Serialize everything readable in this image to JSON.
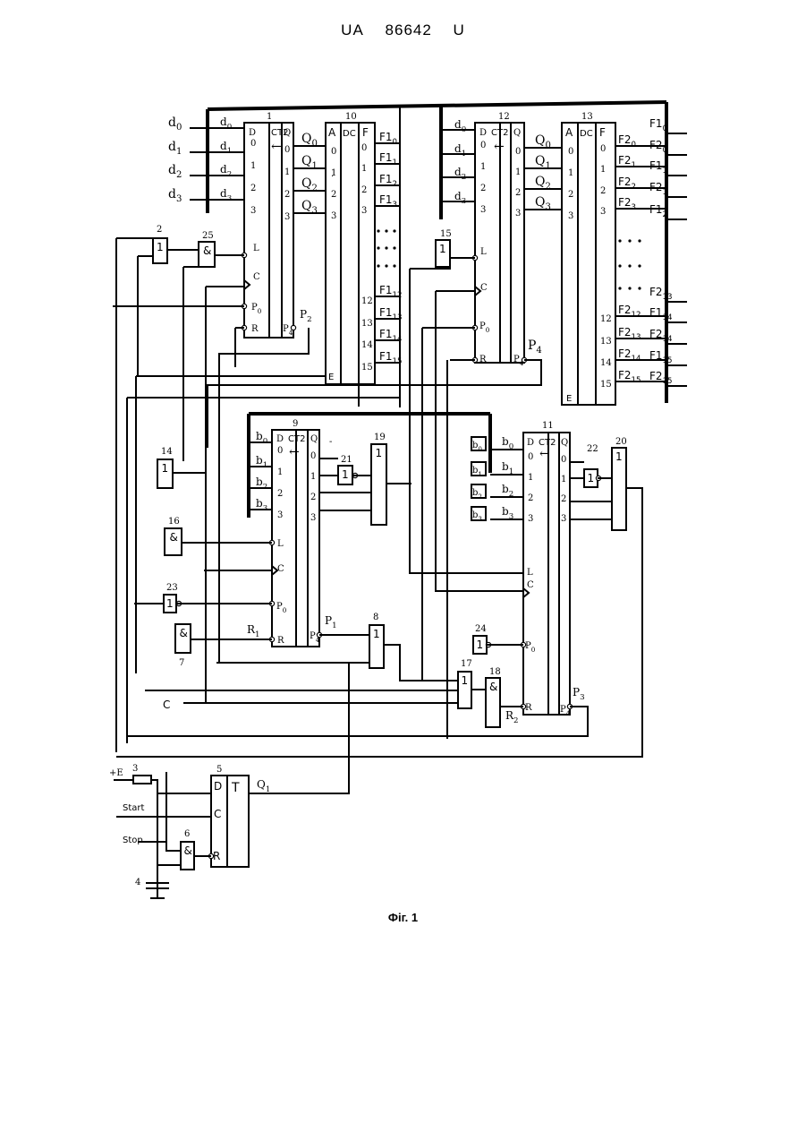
{
  "header": {
    "prefix": "UA",
    "number": "86642",
    "suffix": "U"
  },
  "caption": "Фіг. 1",
  "pin_labels": {
    "ct2": "CT2",
    "dc": "DC",
    "A": "A",
    "F": "F",
    "E": "E",
    "D": "D",
    "Q": "Q",
    "L": "L",
    "C": "C",
    "R": "R",
    "P0": "P0",
    "P4": "P4",
    "T": "T",
    "or": "1",
    "and": "&",
    "arrow": "←"
  },
  "components": {
    "c1": "1",
    "c2": "2",
    "c3": "3",
    "c4": "4",
    "c5": "5",
    "c6": "6",
    "c7": "7",
    "c8": "8",
    "c9": "9",
    "c10": "10",
    "c11": "11",
    "c12": "12",
    "c13": "13",
    "c14": "14",
    "c15": "15",
    "c16": "16",
    "c17": "17",
    "c18": "18",
    "c19": "19",
    "c20": "20",
    "c21": "21",
    "c22": "22",
    "c23": "23",
    "c24": "24",
    "c25": "25"
  },
  "external_signals": {
    "plus_e": "+E",
    "start": "Start",
    "stop": "Stop",
    "c": "C",
    "q1": "Q1"
  },
  "signals": {
    "d": [
      "d0",
      "d1",
      "d2",
      "d3"
    ],
    "b": [
      "b0",
      "b1",
      "b2",
      "b3"
    ],
    "q": [
      "Q0",
      "Q1",
      "Q2",
      "Q3"
    ],
    "p": [
      "P1",
      "P2",
      "P3",
      "P4"
    ],
    "r": [
      "R1",
      "R2"
    ]
  },
  "outputs_f1": [
    "F10",
    "F11",
    "F12",
    "F13",
    "F112",
    "F113",
    "F114",
    "F115"
  ],
  "outputs_f2_inner": [
    "F20",
    "F21",
    "F22",
    "F23",
    "F212",
    "F213",
    "F214",
    "F215"
  ],
  "outputs_f2_right": [
    "F10",
    "F20",
    "F11",
    "F21",
    "F12",
    "F213",
    "F114",
    "F214",
    "F115",
    "F215"
  ],
  "dec_pins": [
    "0",
    "1",
    "2",
    "3",
    "12",
    "13",
    "14",
    "15"
  ]
}
